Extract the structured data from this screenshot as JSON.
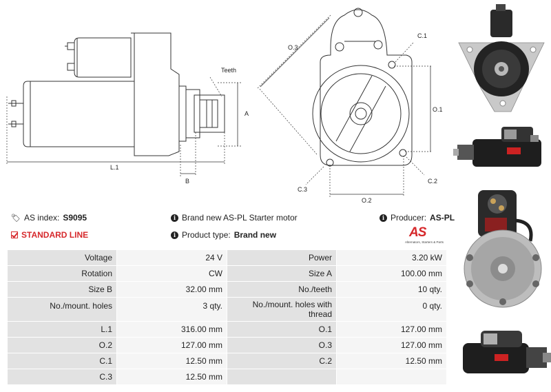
{
  "drawing": {
    "labels": {
      "teeth": "Teeth",
      "a": "A",
      "b": "B",
      "l1": "L.1",
      "o1": "O.1",
      "o2": "O.2",
      "o3": "O.3",
      "c1": "C.1",
      "c2": "C.2",
      "c3": "C.3"
    }
  },
  "info": {
    "as_index_label": "AS index:",
    "as_index_value": "S9095",
    "standard_line": "STANDARD LINE",
    "description": "Brand new AS-PL Starter motor",
    "product_type_label": "Product type:",
    "product_type_value": "Brand new",
    "producer_label": "Producer:",
    "producer_value": "AS-PL"
  },
  "logo": {
    "mark": "AS",
    "tagline": "Alternators, Starters & Parts"
  },
  "specs": [
    [
      {
        "label": "Voltage",
        "value": "24 V"
      },
      {
        "label": "Power",
        "value": "3.20 kW"
      }
    ],
    [
      {
        "label": "Rotation",
        "value": "CW"
      },
      {
        "label": "Size A",
        "value": "100.00 mm"
      }
    ],
    [
      {
        "label": "Size B",
        "value": "32.00 mm"
      },
      {
        "label": "No./teeth",
        "value": "10 qty."
      }
    ],
    [
      {
        "label": "No./mount. holes",
        "value": "3 qty."
      },
      {
        "label": "No./mount. holes with thread",
        "value": "0 qty."
      }
    ],
    [
      {
        "label": "L.1",
        "value": "316.00 mm"
      },
      {
        "label": "O.1",
        "value": "127.00 mm"
      }
    ],
    [
      {
        "label": "O.2",
        "value": "127.00 mm"
      },
      {
        "label": "O.3",
        "value": "127.00 mm"
      }
    ],
    [
      {
        "label": "C.1",
        "value": "12.50 mm"
      },
      {
        "label": "C.2",
        "value": "12.50 mm"
      }
    ],
    [
      {
        "label": "C.3",
        "value": "12.50 mm"
      },
      {
        "label": "",
        "value": ""
      }
    ]
  ]
}
